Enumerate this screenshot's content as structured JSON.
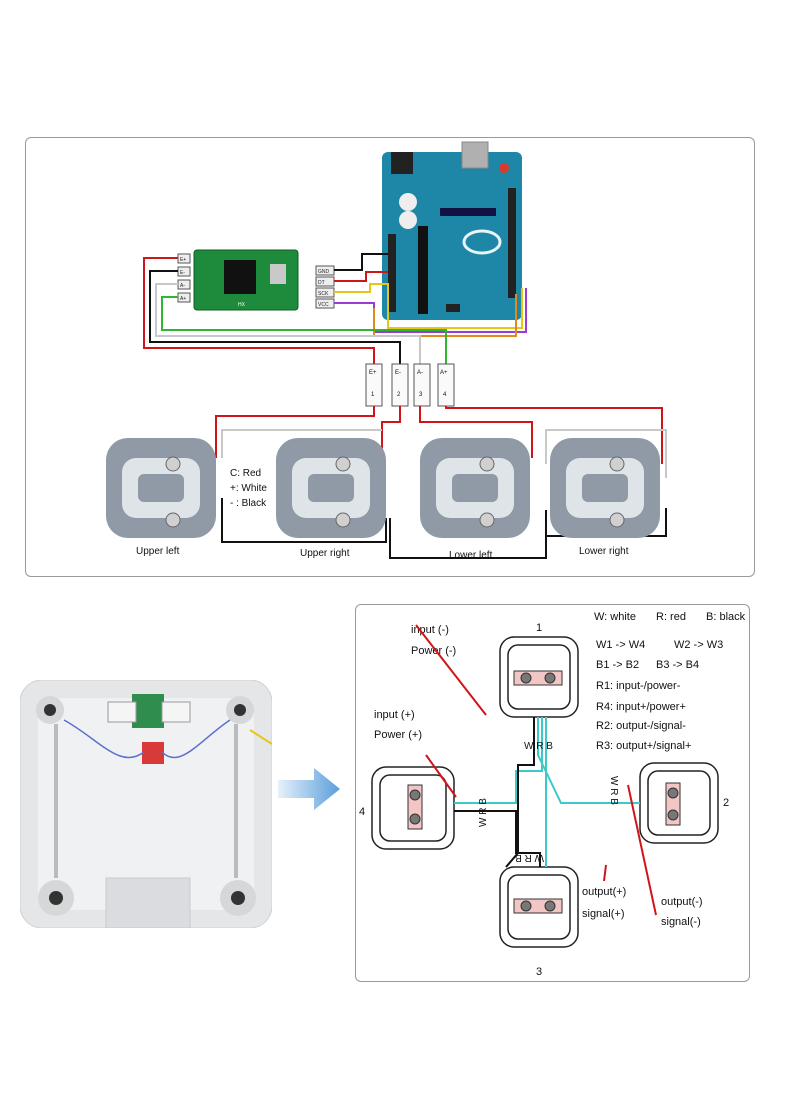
{
  "top_diagram": {
    "hx711_pins_left": [
      "E+",
      "E-",
      "A-",
      "A+"
    ],
    "hx711_pins_right": [
      "GND",
      "DT",
      "SCK",
      "VCC"
    ],
    "hx711_label": "HX",
    "connectors": [
      "E+",
      "E-",
      "A-",
      "A+"
    ],
    "connector_numbers": [
      "1",
      "2",
      "3",
      "4"
    ],
    "legend": [
      "C: Red",
      "+: White",
      "- : Black"
    ],
    "sensor_labels": [
      "Upper left",
      "Upper right",
      "Lower left",
      "Lower right"
    ],
    "wire_colors": {
      "red": "#d0141a",
      "white": "#c8c8c8",
      "black": "#111111",
      "green": "#2fb52f",
      "yellow": "#e6c619",
      "purple": "#9b3bd1",
      "orange": "#e08a1e"
    },
    "arduino_color": "#1e87a8",
    "hx711_color": "#1d8a3c"
  },
  "bottom_diagram": {
    "legend_header": [
      "W: white",
      "R: red",
      "B: black"
    ],
    "legend_lines": [
      "W1 -> W4",
      "W2 -> W3",
      "B1 -> B2",
      "B3 -> B4",
      "R1: input-/power-",
      "R4: input+/power+",
      "R2: output-/signal-",
      "R3: output+/signal+"
    ],
    "labels": {
      "input_minus": "input (-)",
      "power_minus": "Power (-)",
      "input_plus": "input (+)",
      "power_plus": "Power (+)",
      "output_plus": "output(+)",
      "signal_plus": "signal(+)",
      "output_minus": "output(-)",
      "signal_minus": "signal(-)"
    },
    "sensor_numbers": [
      "1",
      "2",
      "3",
      "4"
    ],
    "wire_tags": [
      "W R B",
      "W R B",
      "W R B",
      "W R B"
    ]
  }
}
